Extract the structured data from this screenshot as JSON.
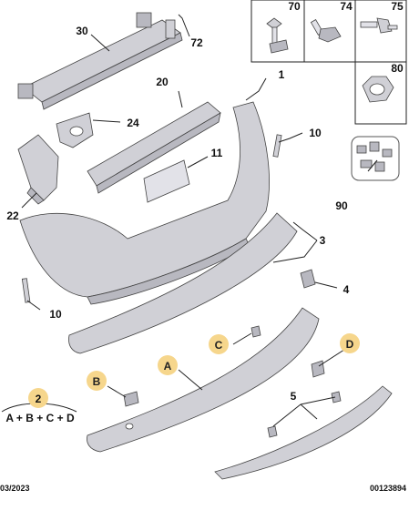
{
  "parts": {
    "p30": "30",
    "p72": "72",
    "p20": "20",
    "p24": "24",
    "p1": "1",
    "p10a": "10",
    "p10b": "10",
    "p11": "11",
    "p22": "22",
    "p3": "3",
    "p4": "4",
    "p5": "5",
    "p90": "90",
    "p70": "70",
    "p74": "74",
    "p75": "75",
    "p80": "80",
    "p2": "2"
  },
  "letters": {
    "a": "A",
    "b": "B",
    "c": "C",
    "d": "D"
  },
  "formula": "A + B + C + D",
  "footer": {
    "date": "03/2023",
    "code": "00123894"
  },
  "colors": {
    "badge": "#f6d68c",
    "part": "#d0d0d6"
  }
}
